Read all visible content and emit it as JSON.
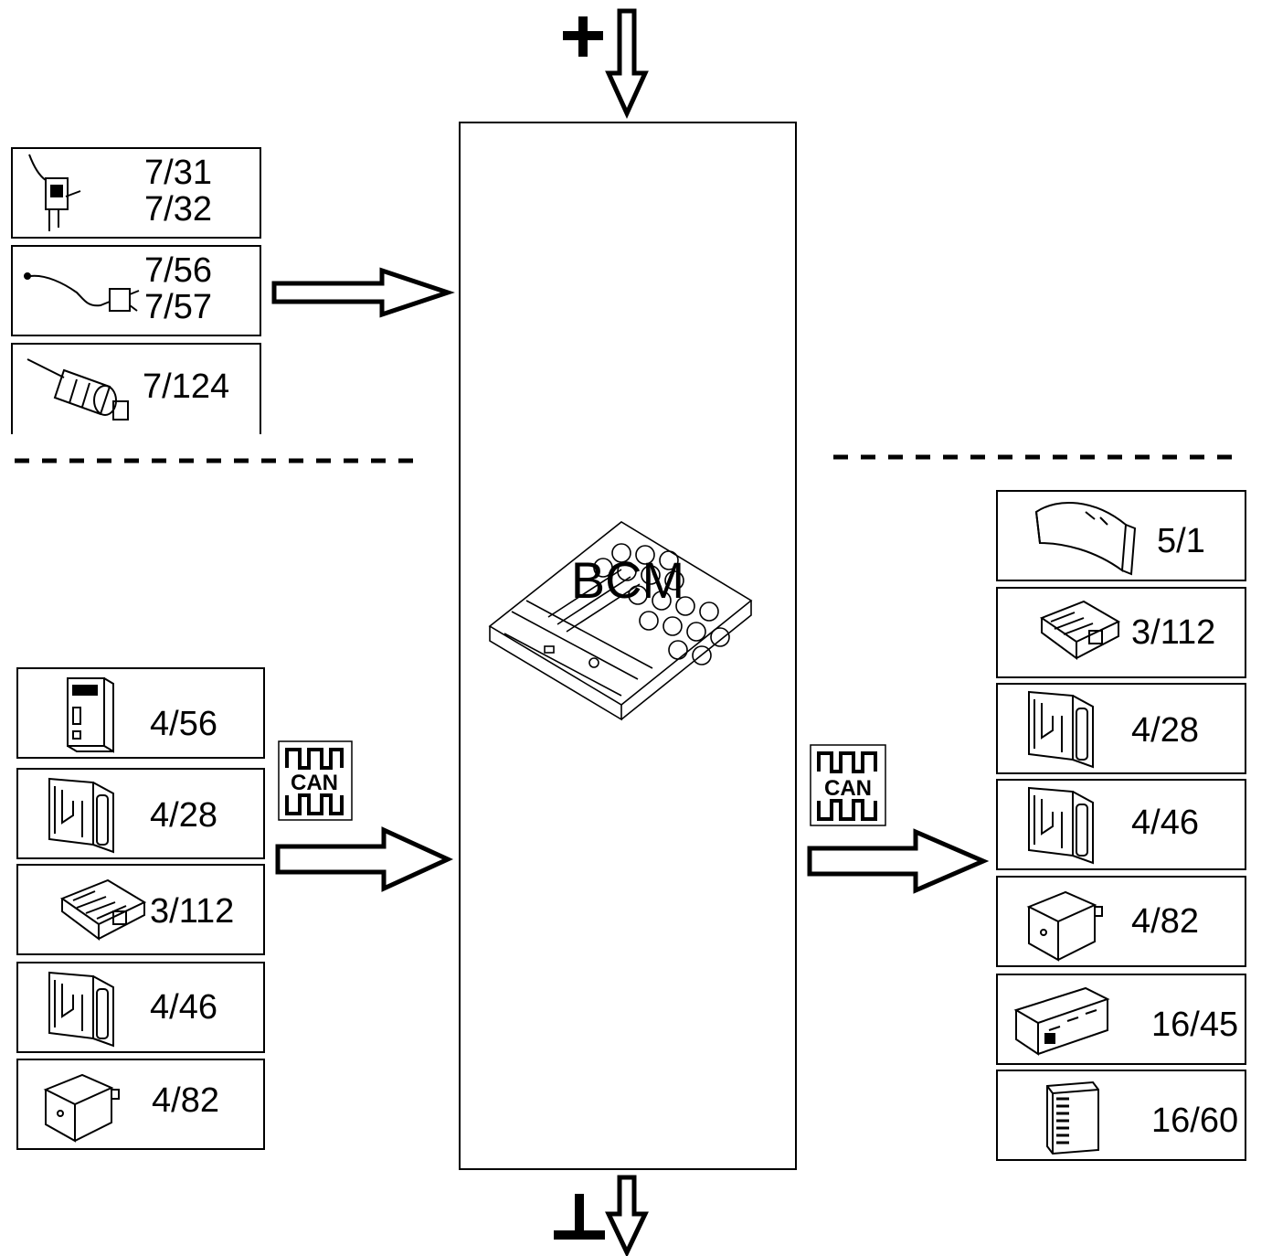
{
  "center": {
    "title": "BCM"
  },
  "power": {
    "supply_symbol": "+",
    "ground_symbol": "⊥"
  },
  "can_badges": {
    "left": "CAN",
    "right": "CAN"
  },
  "inputs_direct": [
    {
      "lines": "7/31\n7/32"
    },
    {
      "lines": "7/56\n7/57"
    },
    {
      "lines": "7/124"
    }
  ],
  "inputs_can": [
    {
      "label": "4/56"
    },
    {
      "label": "4/28"
    },
    {
      "label": "3/112"
    },
    {
      "label": "4/46"
    },
    {
      "label": "4/82"
    }
  ],
  "outputs_can": [
    {
      "label": "5/1"
    },
    {
      "label": "3/112"
    },
    {
      "label": "4/28"
    },
    {
      "label": "4/46"
    },
    {
      "label": "4/82"
    },
    {
      "label": "16/45"
    },
    {
      "label": "16/60"
    }
  ]
}
